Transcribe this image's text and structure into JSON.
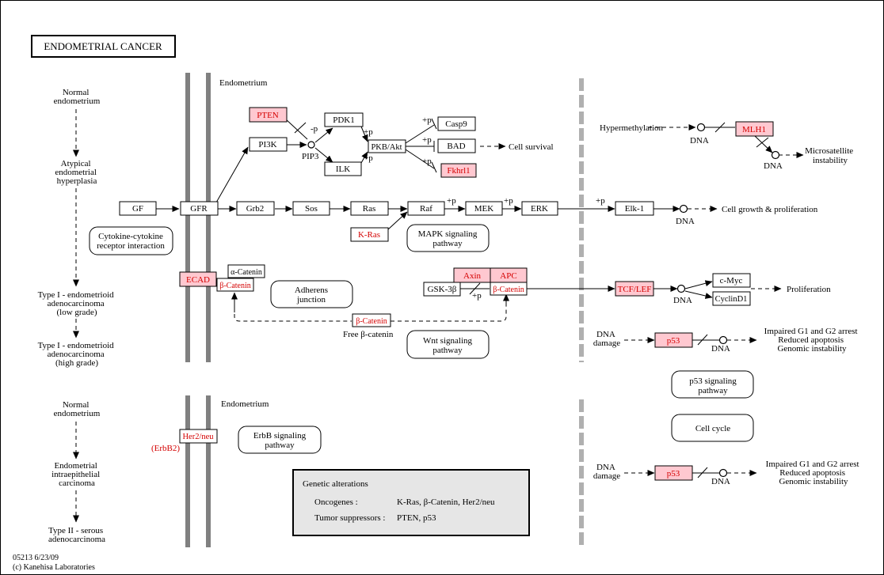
{
  "title": "ENDOMETRIAL CANCER",
  "regions": {
    "endometrium_top": "Endometrium",
    "endometrium_bottom": "Endometrium"
  },
  "progression_top": {
    "normal": [
      "Normal",
      "endometrium"
    ],
    "atypical": [
      "Atypical",
      "endometrial",
      "hyperplasia"
    ],
    "type1_low": [
      "Type I - endometrioid",
      "adenocarcinoma",
      "(low grade)"
    ],
    "type1_high": [
      "Type I - endometrioid",
      "adenocarcinoma",
      "(high grade)"
    ]
  },
  "progression_bottom": {
    "normal": [
      "Normal",
      "endometrium"
    ],
    "intra": [
      "Endometrial",
      "intraepithelial",
      "carcinoma"
    ],
    "type2": [
      "Type II - serous",
      "adenocarcinoma"
    ]
  },
  "nodes": {
    "pten": "PTEN",
    "pdk1": "PDK1",
    "casp9": "Casp9",
    "pi3k": "PI3K",
    "pip3": "PIP3",
    "pkb": "PKB/Akt",
    "bad": "BAD",
    "ilk": "ILK",
    "fkhrl1": "Fkhrl1",
    "gf": "GF",
    "gfr": "GFR",
    "grb2": "Grb2",
    "sos": "Sos",
    "ras": "Ras",
    "raf": "Raf",
    "mek": "MEK",
    "erk": "ERK",
    "kras": "K-Ras",
    "elk1": "Elk-1",
    "mlh1": "MLH1",
    "ecad": "ECAD",
    "acatenin": "α-Catenin",
    "bcatenin_membrane": "β-Catenin",
    "axin": "Axin",
    "apc": "APC",
    "gsk3b": "GSK-3β",
    "bcatenin_complex": "β-Catenin",
    "tcflef": "TCF/LEF",
    "cmyc": "c-Myc",
    "cyclind1": "CyclinD1",
    "bcatenin_free": "β-Catenin",
    "p53_top": "p53",
    "p53_bottom": "p53",
    "her2": "Her2/neu",
    "erbb2": "(ErbB2)"
  },
  "labels": {
    "p": "-p",
    "plus_p": "+p",
    "cell_survival": "Cell survival",
    "hypermethylation": "Hypermethylation",
    "dna": "DNA",
    "microsatellite": [
      "Microsatellite",
      "instability"
    ],
    "growth": "Cell growth & proliferation",
    "proliferation": "Proliferation",
    "free_bcatenin": "Free β-catenin",
    "dna_damage": [
      "DNA",
      "damage"
    ],
    "g1_arrest": [
      "Impaired G1 and G2 arrest",
      "Reduced apoptosis",
      "Genomic instability"
    ]
  },
  "pathways": {
    "cytokine": [
      "Cytokine-cytokine",
      "receptor interaction"
    ],
    "mapk": [
      "MAPK signaling",
      "pathway"
    ],
    "adherens": [
      "Adherens",
      "junction"
    ],
    "wnt": [
      "Wnt signaling",
      "pathway"
    ],
    "p53": [
      "p53 signaling",
      "pathway"
    ],
    "cellcycle": [
      "Cell cycle"
    ],
    "erbb": [
      "ErbB signaling",
      "pathway"
    ]
  },
  "legend": {
    "title": "Genetic alterations",
    "oncogenes_label": "Oncogenes :",
    "oncogenes_value": "K-Ras, β-Catenin, Her2/neu",
    "suppressors_label": "Tumor suppressors :",
    "suppressors_value": "PTEN, p53"
  },
  "footer": {
    "id": "05213 6/23/09",
    "copyright": "(c) Kanehisa Laboratories"
  },
  "colors": {
    "mutated_fill": "#ffc8d0",
    "mutated_text": "#d40000",
    "membrane": "#808080",
    "legend_bg": "#e6e6e6"
  }
}
